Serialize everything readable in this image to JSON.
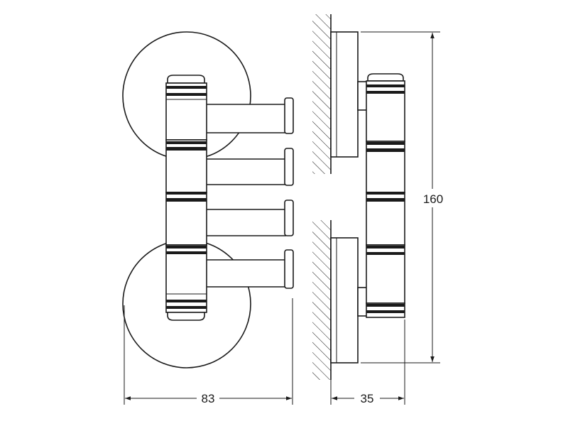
{
  "dimensions": {
    "width_label": "83",
    "depth_label": "35",
    "height_label": "160"
  },
  "colors": {
    "line": "#1a1a1a",
    "background": "#ffffff"
  }
}
